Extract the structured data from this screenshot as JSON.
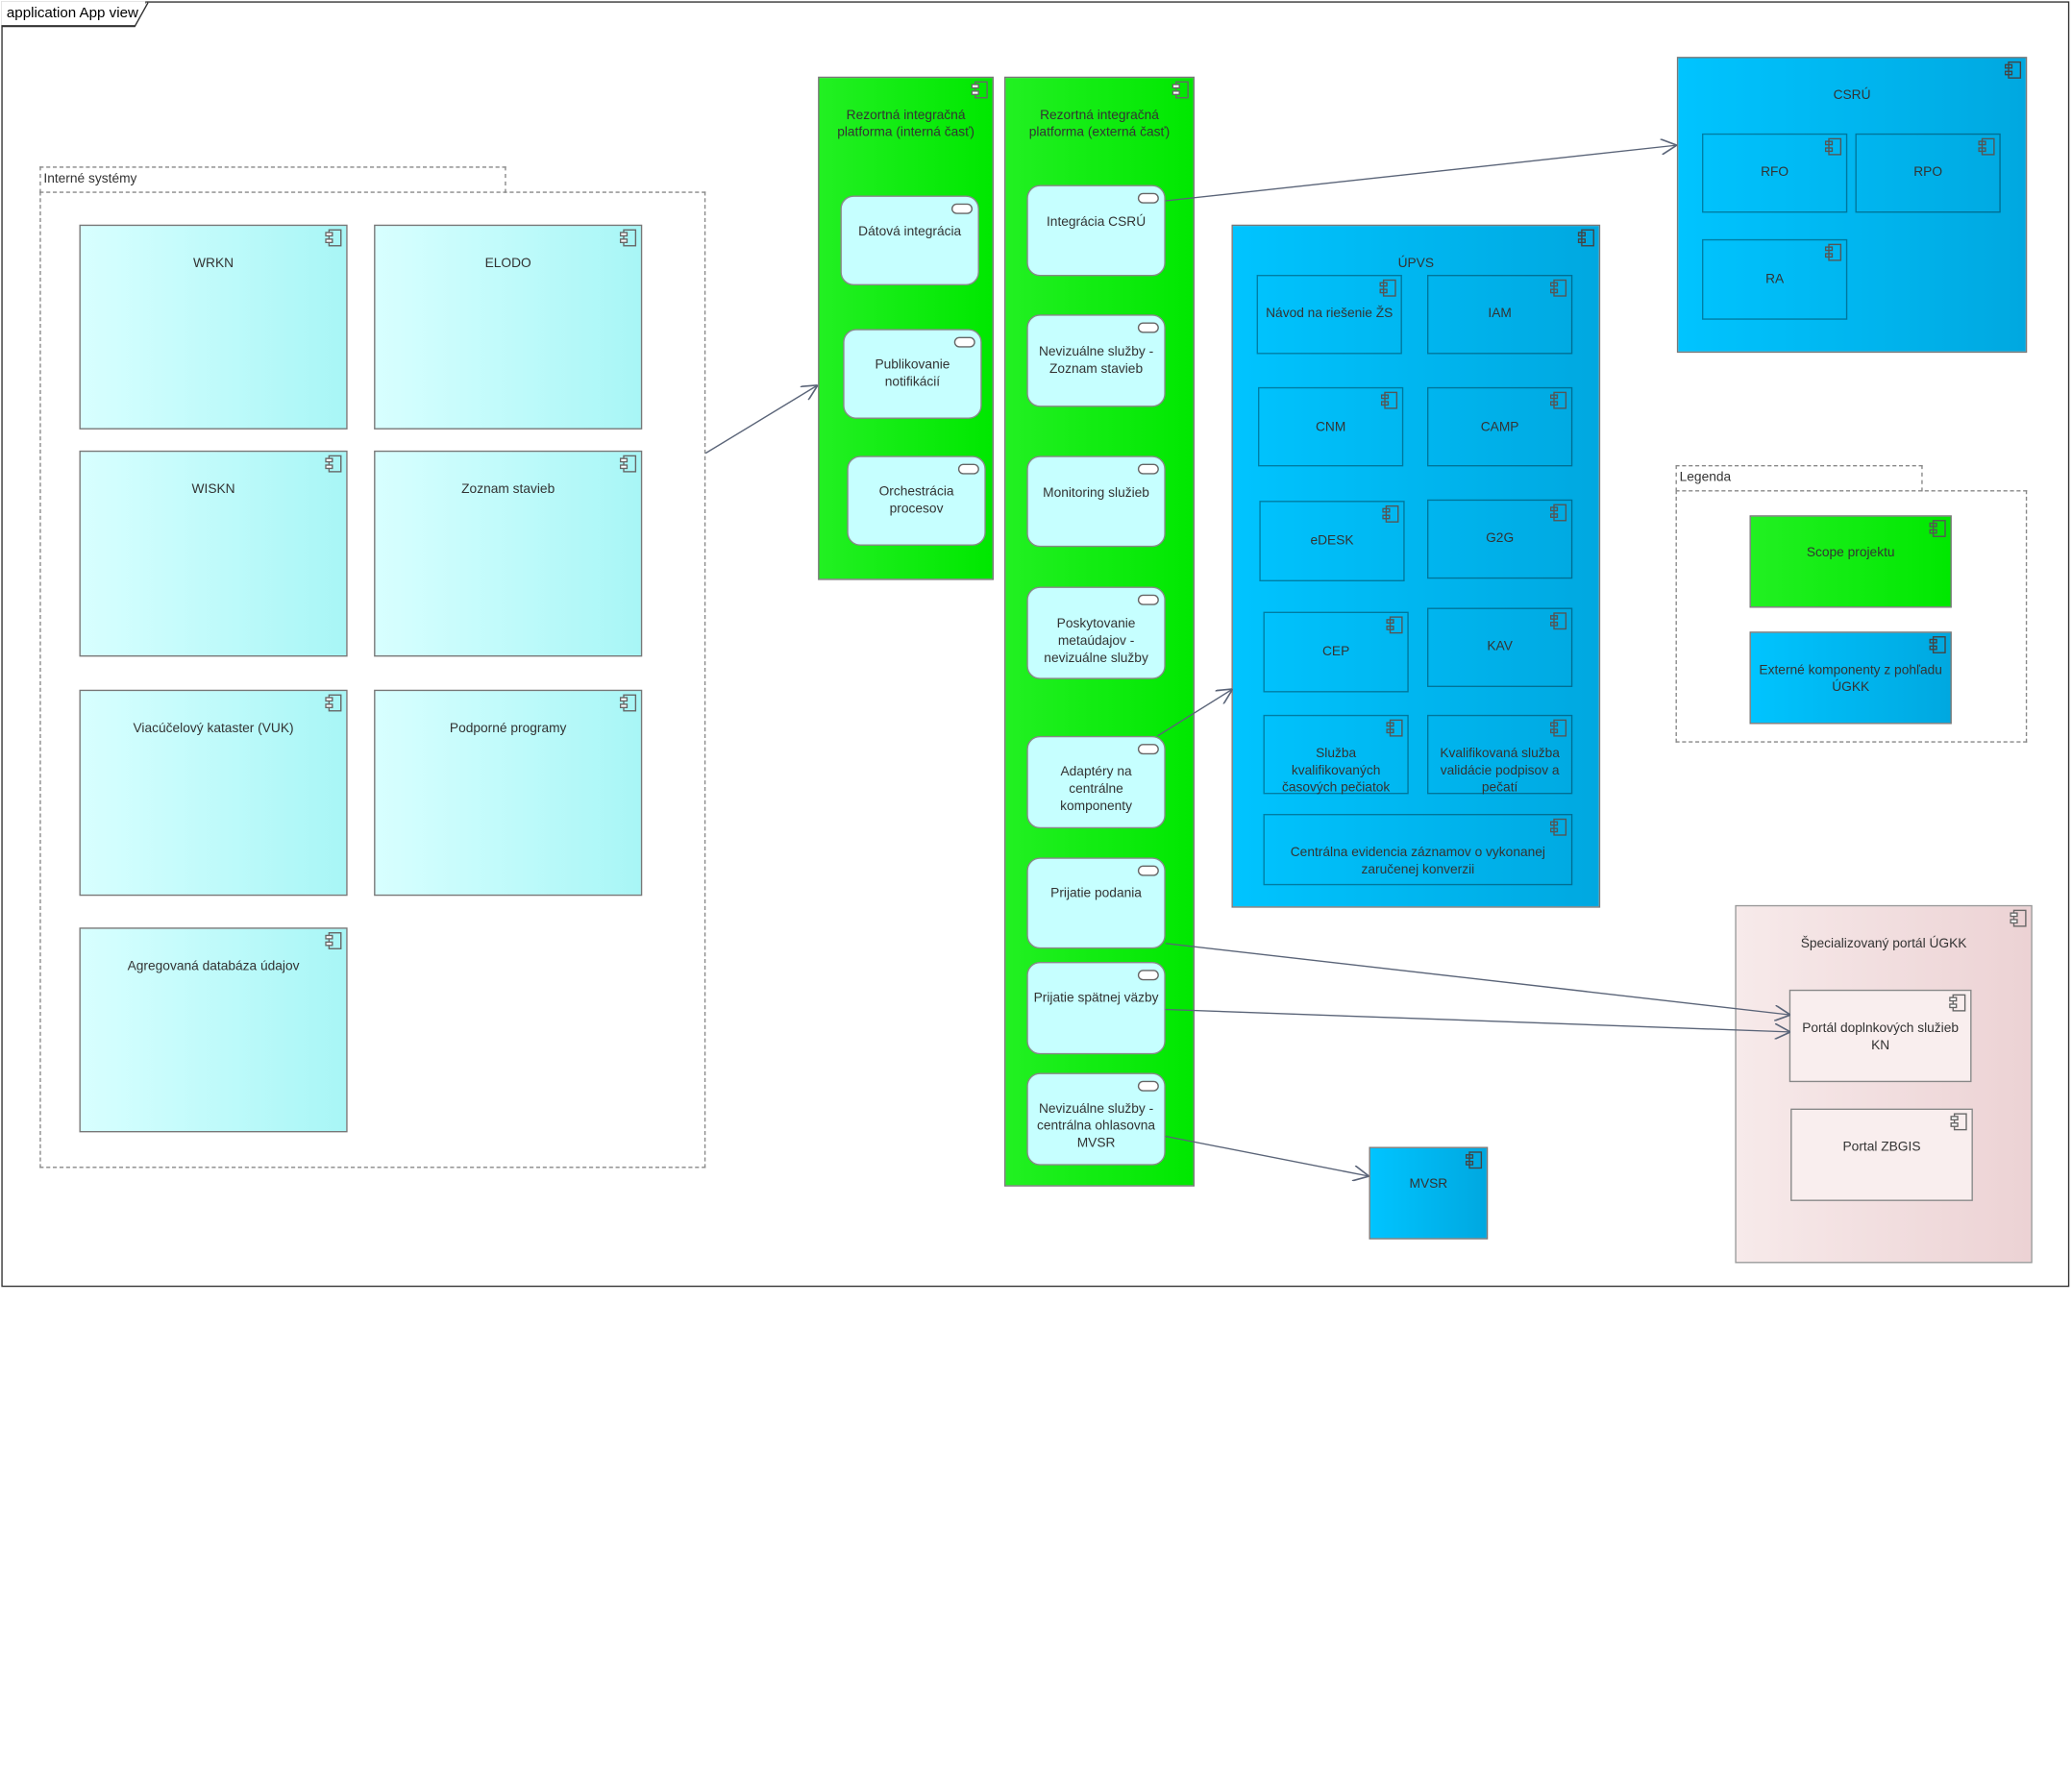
{
  "frame": {
    "title": "application App view"
  },
  "groups": {
    "interne": "Interné systémy",
    "legenda": "Legenda"
  },
  "internal_systems": {
    "wrkn": "WRKN",
    "elodo": "ELODO",
    "wiskn": "WISKN",
    "zoznam": "Zoznam stavieb",
    "vuk": "Viacúčelový kataster (VUK)",
    "podporne": "Podporné programy",
    "agregovana": "Agregovaná databáza údajov"
  },
  "platform_internal": {
    "title": "Rezortná integračná platforma (interná časť)",
    "services": [
      "Dátová integrácia",
      "Publikovanie notifikácií",
      "Orchestrácia procesov"
    ]
  },
  "platform_external": {
    "title": "Rezortná integračná platforma (externá časť)",
    "services": [
      "Integrácia CSRÚ",
      "Nevizuálne služby - Zoznam stavieb",
      "Monitoring služieb",
      "Poskytovanie metaúdajov - nevizuálne služby",
      "Adaptéry na centrálne komponenty",
      "Prijatie podania",
      "Prijatie spätnej väzby",
      "Nevizuálne služby - centrálna ohlasovna MVSR"
    ]
  },
  "csru": {
    "title": "CSRÚ",
    "items": [
      "RFO",
      "RPO",
      "RA"
    ]
  },
  "upvs": {
    "title": "ÚPVS",
    "items": [
      "Návod na riešenie ŽS",
      "IAM",
      "CNM",
      "CAMP",
      "eDESK",
      "G2G",
      "CEP",
      "KAV",
      "Služba kvalifikovaných časových pečiatok",
      "Kvalifikovaná služba validácie podpisov a pečatí",
      "Centrálna evidencia záznamov o vykonanej zaručenej konverzii"
    ]
  },
  "legend": {
    "scope": "Scope projektu",
    "external": "Externé komponenty z pohľadu ÚGKK"
  },
  "portal": {
    "title": "Špecializovaný portál ÚGKK",
    "items": [
      "Portál doplnkových služieb KN",
      "Portal ZBGIS"
    ]
  },
  "mvsr": "MVSR",
  "colors": {
    "scope": "#00e800",
    "external": "#00b4f0",
    "internal": "#b4fafa",
    "portal": "#f2e0e0",
    "connector": "#5a6478"
  }
}
